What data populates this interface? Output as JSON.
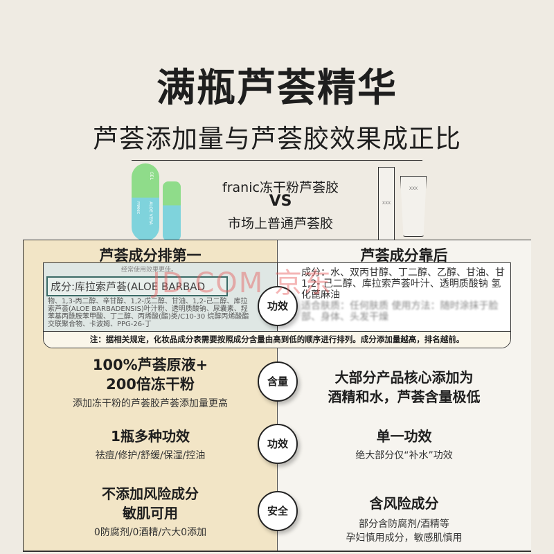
{
  "header": {
    "title": "满瓶芦荟精华",
    "subtitle": "芦荟添加量与芦荟胶效果成正比"
  },
  "versus": {
    "product": "franic冻干粉芦荟胶",
    "vs": "VS",
    "other": "市场上普通芦荟胶",
    "other_label": "XXX",
    "pack_labels": [
      "GEL",
      "ALOE VERA",
      "FRANIC"
    ]
  },
  "columns": {
    "left": "芦荟成分排第一",
    "right": "芦荟成分靠后"
  },
  "ingredients": {
    "left_top": "经常使用效果更佳。",
    "left_highlight": "成分:库拉索芦荟(ALOE BARBAD",
    "left_body": "物、1,3-丙二醇、辛甘醇、1,2-戊二醇、甘油、1,2-己二醇、库拉索芦荟(ALOE BARBADENSIS)叶汁粉、透明质酸钠、尿囊素、羟苯基丙酰胺苯甲酸、丁二醇、丙烯酸(酯)类/C10-30 烷醇丙烯酸酯交联聚合物、卡波姆、PPG-26-丁",
    "right_body": "成分：水、双丙甘醇、丁二醇、乙醇、甘油、甘 1,2- 己二醇、库拉索芦荟叶汁、透明质酸钠 氢化蓖麻油",
    "right_blur": "适合肤质：任何肤质 使用方法：随时涂抹于脸部、身体、头发干燥",
    "badge": "功效",
    "note": "注：据相关规定，化妆品成分表需要按照成分含量由高到低的顺序进行排列。成分添加量越高，排名越前。"
  },
  "rows": [
    {
      "badge": "含量",
      "left_title": [
        "100%芦荟原液+",
        "200倍冻干粉"
      ],
      "left_sub": [
        "添加冻干粉的芦荟胶芦荟添加量更高"
      ],
      "right_title": [
        "大部分产品核心添加为",
        "酒精和水，芦荟含量极低"
      ],
      "right_sub": []
    },
    {
      "badge": "功效",
      "left_title": [
        "1瓶多种功效"
      ],
      "left_sub": [
        "祛痘/修护/舒缓/保湿/控油"
      ],
      "right_title": [
        "单一功效"
      ],
      "right_sub": [
        "绝大部分仅“补水”功效"
      ]
    },
    {
      "badge": "安全",
      "left_title": [
        "不添加风险成分",
        "敏肌可用"
      ],
      "left_sub": [
        "0防腐剂/0酒精/六大0添加"
      ],
      "right_title": [
        "含风险成分"
      ],
      "right_sub": [
        "部分含防腐剂/酒精等",
        "孕妇慎用成分，敏感肌慎用"
      ]
    }
  ],
  "watermark": "JD.COM 京东",
  "colors": {
    "bg": "#efebe3",
    "left": "#f2e5c6",
    "right": "#f6f4ef",
    "green": "#8fdc8a",
    "aqua": "#7fd3dc"
  }
}
